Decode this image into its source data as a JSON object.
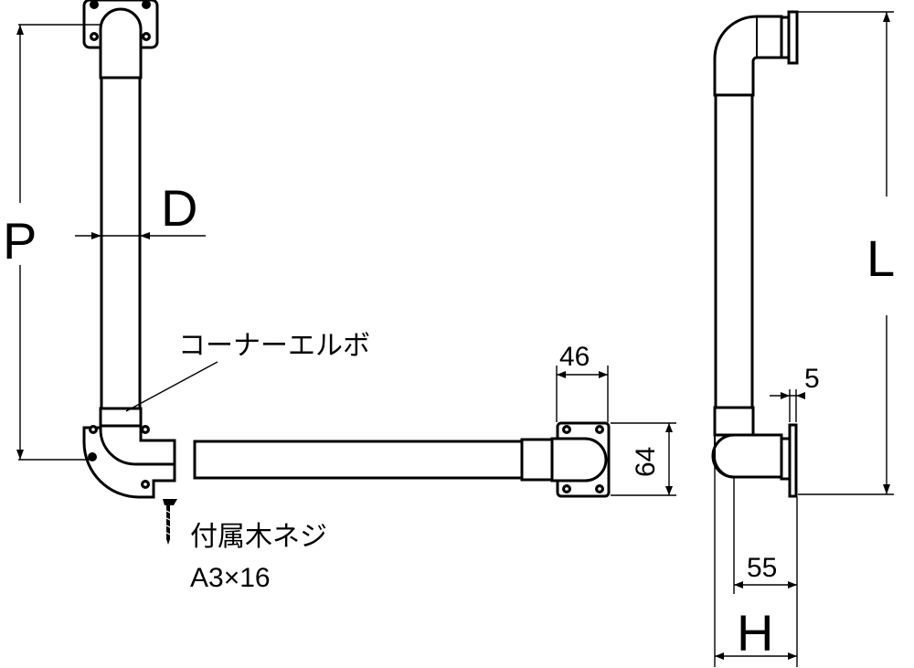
{
  "labels": {
    "P": "P",
    "D": "D",
    "L": "L",
    "H": "H",
    "corner_elbow": "コーナーエルボ",
    "screw_name": "付属木ネジ",
    "screw_size": "A3×16"
  },
  "dimensions": {
    "flange_width": "46",
    "flange_height": "64",
    "plate_thickness": "5",
    "offset": "55"
  }
}
